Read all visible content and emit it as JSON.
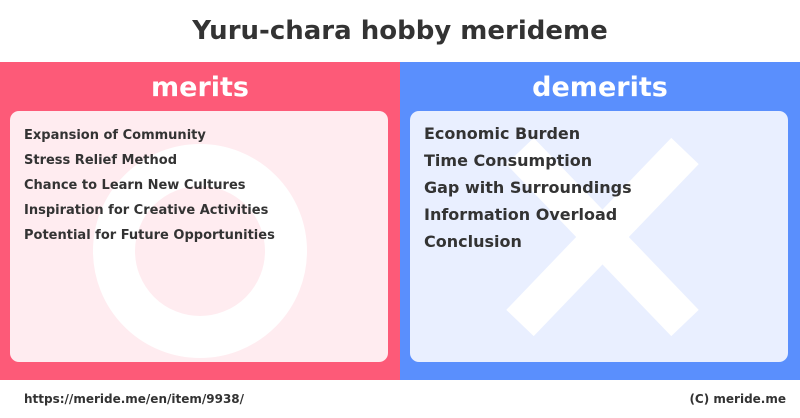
{
  "title": "Yuru-chara hobby merideme",
  "merits": {
    "heading": "merits",
    "items": [
      "Expansion of Community",
      "Stress Relief Method",
      "Chance to Learn New Cultures",
      "Inspiration for Creative Activities",
      "Potential for Future Opportunities"
    ],
    "color": "#fd5a78",
    "card_color": "#ffecf0",
    "symbol": "circle-icon"
  },
  "demerits": {
    "heading": "demerits",
    "items": [
      "Economic Burden",
      "Time Consumption",
      "Gap with Surroundings",
      "Information Overload",
      "Conclusion"
    ],
    "color": "#5a8ffd",
    "card_color": "#e9efff",
    "symbol": "cross-icon"
  },
  "footer": {
    "url": "https://meride.me/en/item/9938/",
    "copyright": "(C) meride.me"
  }
}
